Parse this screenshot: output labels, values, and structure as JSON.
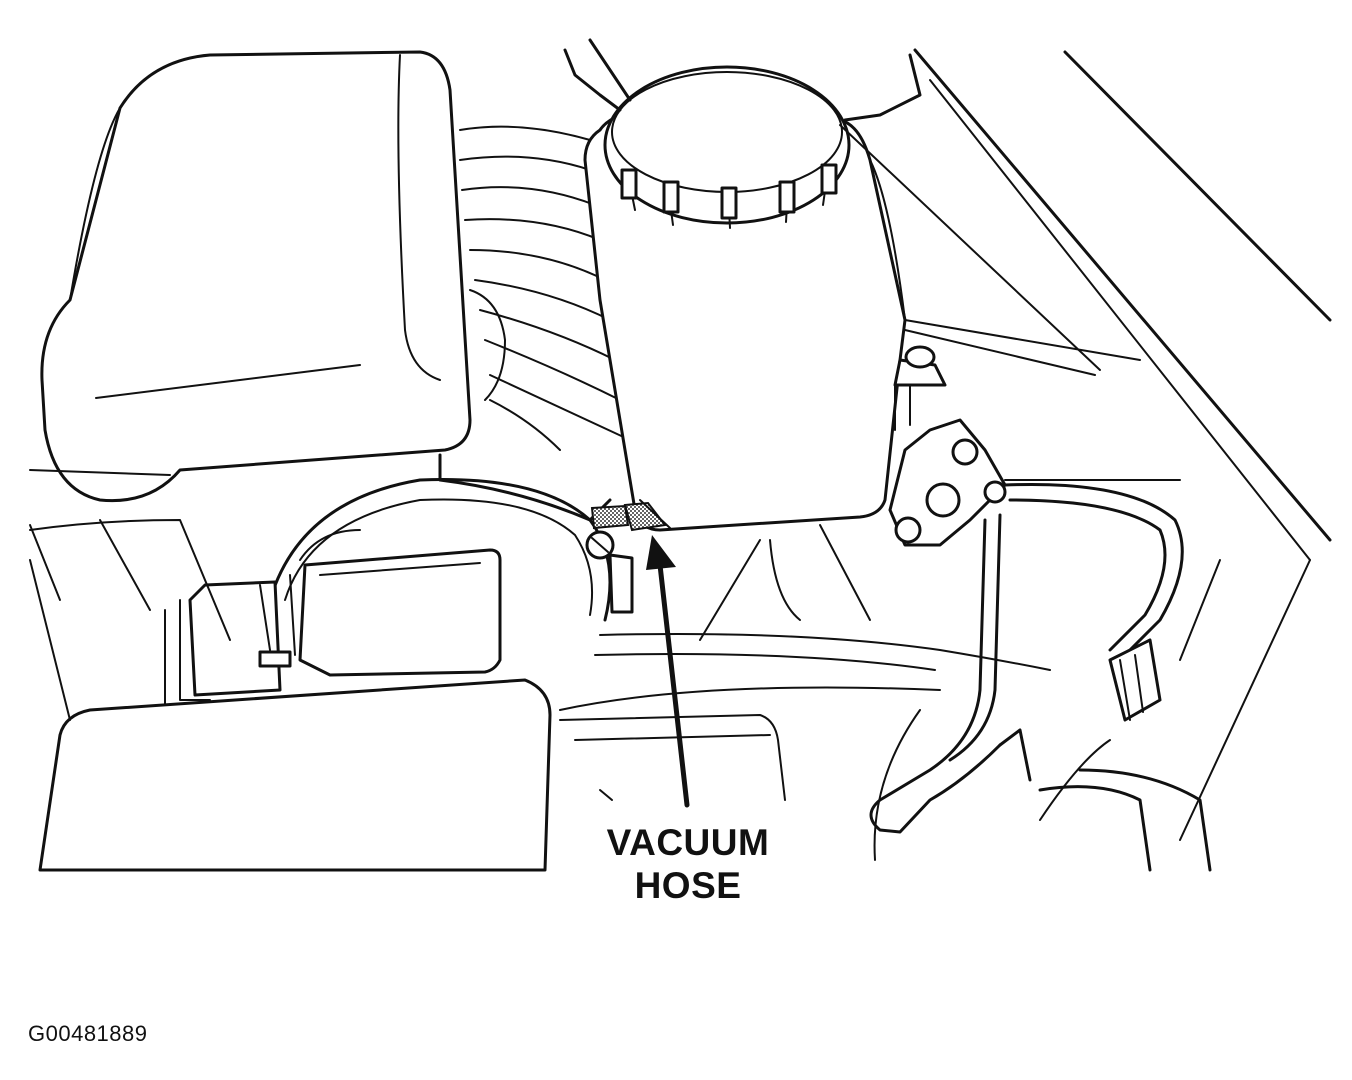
{
  "callout": {
    "line1": "VACUUM",
    "line2": "HOSE"
  },
  "figure_id": "G00481889",
  "colors": {
    "ink": "#111111",
    "background": "#ffffff",
    "highlight": "#888888"
  }
}
